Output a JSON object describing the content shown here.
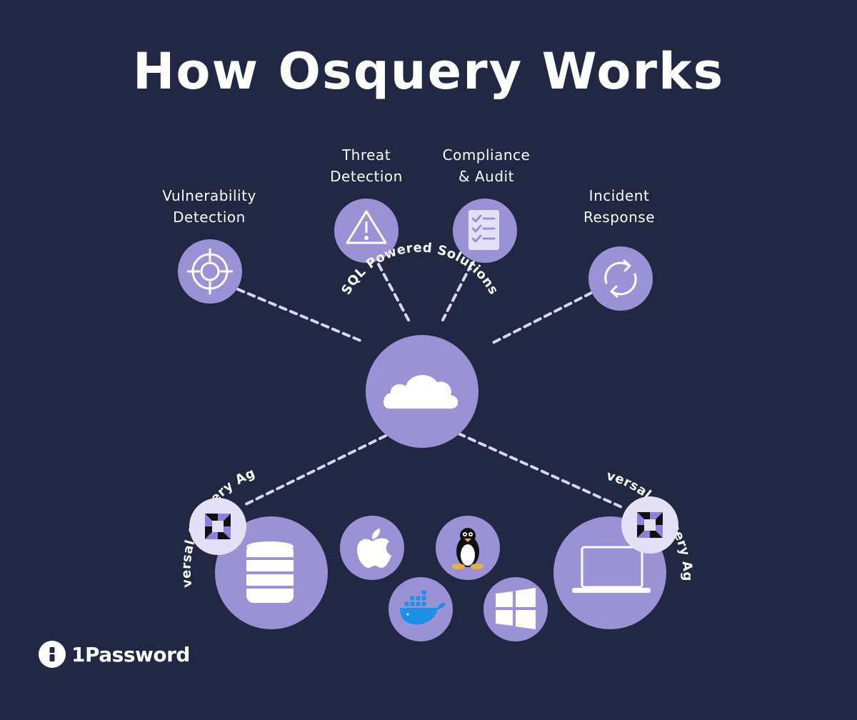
{
  "title": "How Osquery Works",
  "colors": {
    "background": "#222844",
    "node": "#9b92d6",
    "node_light": "#e3e0f7",
    "icon": "#ffffff",
    "connector": "#d9d4f7"
  },
  "solutions": [
    {
      "line1": "Vulnerability",
      "line2": "Detection",
      "icon": "crosshair-icon"
    },
    {
      "line1": "Threat",
      "line2": "Detection",
      "icon": "warning-icon"
    },
    {
      "line1": "Compliance",
      "line2": "& Audit",
      "icon": "checklist-icon"
    },
    {
      "line1": "Incident",
      "line2": "Response",
      "icon": "refresh-icon"
    }
  ],
  "hub": {
    "arc_label": "SQL Powered Solutions",
    "icon": "cloud-icon"
  },
  "agents": [
    {
      "arc_label": "Universal Osquery Agent",
      "device": "database-icon"
    },
    {
      "arc_label": "Universal Osquery Agent",
      "device": "laptop-icon"
    }
  ],
  "platforms": [
    {
      "name": "apple-icon"
    },
    {
      "name": "linux-tux-icon"
    },
    {
      "name": "docker-icon"
    },
    {
      "name": "windows-icon"
    }
  ],
  "brand": {
    "name": "1Password",
    "icon": "keyhole-icon"
  }
}
